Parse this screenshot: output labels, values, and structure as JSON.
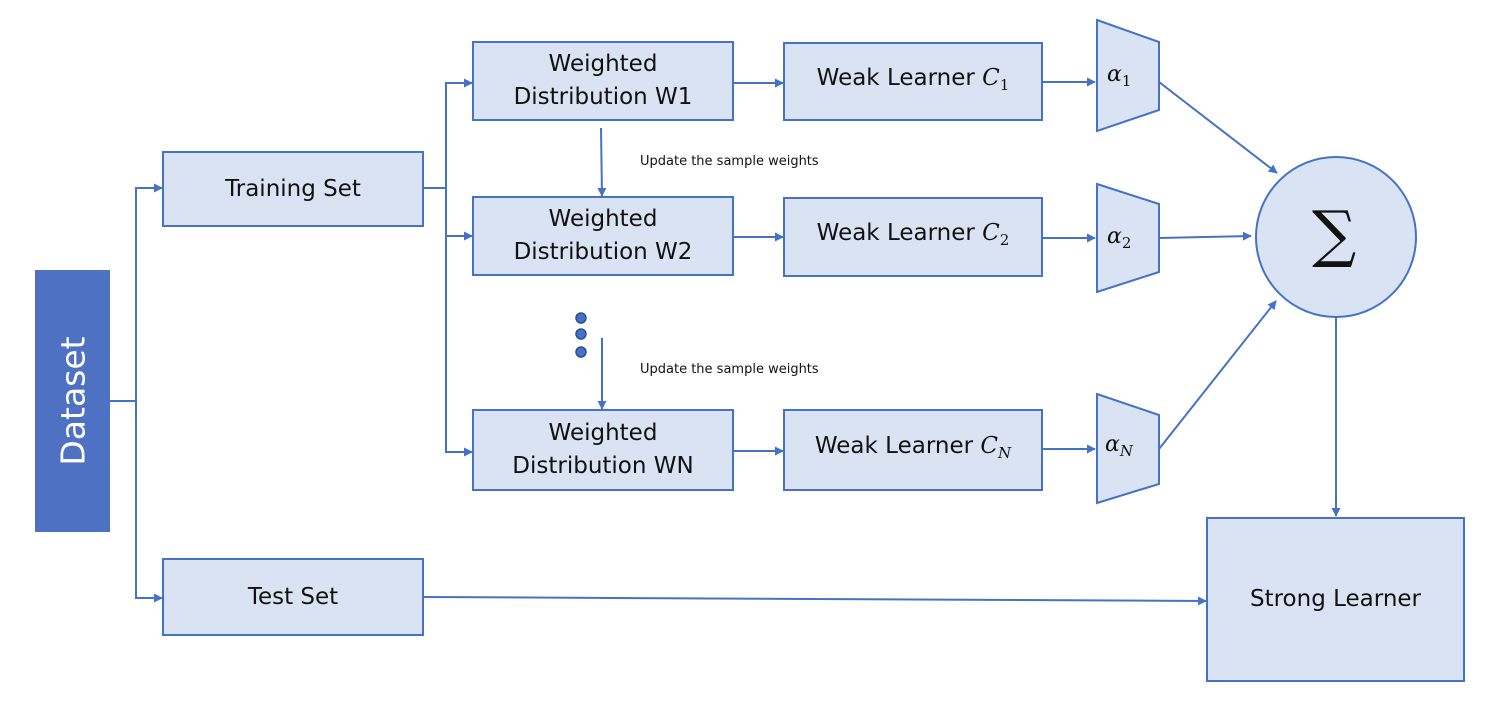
{
  "colors": {
    "fill": "#dae3f3",
    "stroke": "#4472c4",
    "dataset": "#4f71c4"
  },
  "dataset": {
    "label": "Dataset"
  },
  "training_set": {
    "label": "Training Set"
  },
  "test_set": {
    "label": "Test Set"
  },
  "distributions": [
    {
      "label": "Weighted\nDistribution W1"
    },
    {
      "label": "Weighted\nDistribution W2"
    },
    {
      "label": "Weighted\nDistribution WN"
    }
  ],
  "learners": [
    {
      "prefix": "Weak Learner ",
      "symbol": "C",
      "subscript": "1"
    },
    {
      "prefix": "Weak Learner ",
      "symbol": "C",
      "subscript": "2"
    },
    {
      "prefix": "Weak Learner ",
      "symbol": "C",
      "subscript": "N"
    }
  ],
  "weights": [
    {
      "symbol": "α",
      "subscript": "1"
    },
    {
      "symbol": "α",
      "subscript": "2"
    },
    {
      "symbol": "α",
      "subscript": "N"
    }
  ],
  "update_notes": [
    "Update the sample weights",
    "Update the sample weights"
  ],
  "sum_symbol": "∑",
  "strong_learner": {
    "label": "Strong Learner"
  }
}
